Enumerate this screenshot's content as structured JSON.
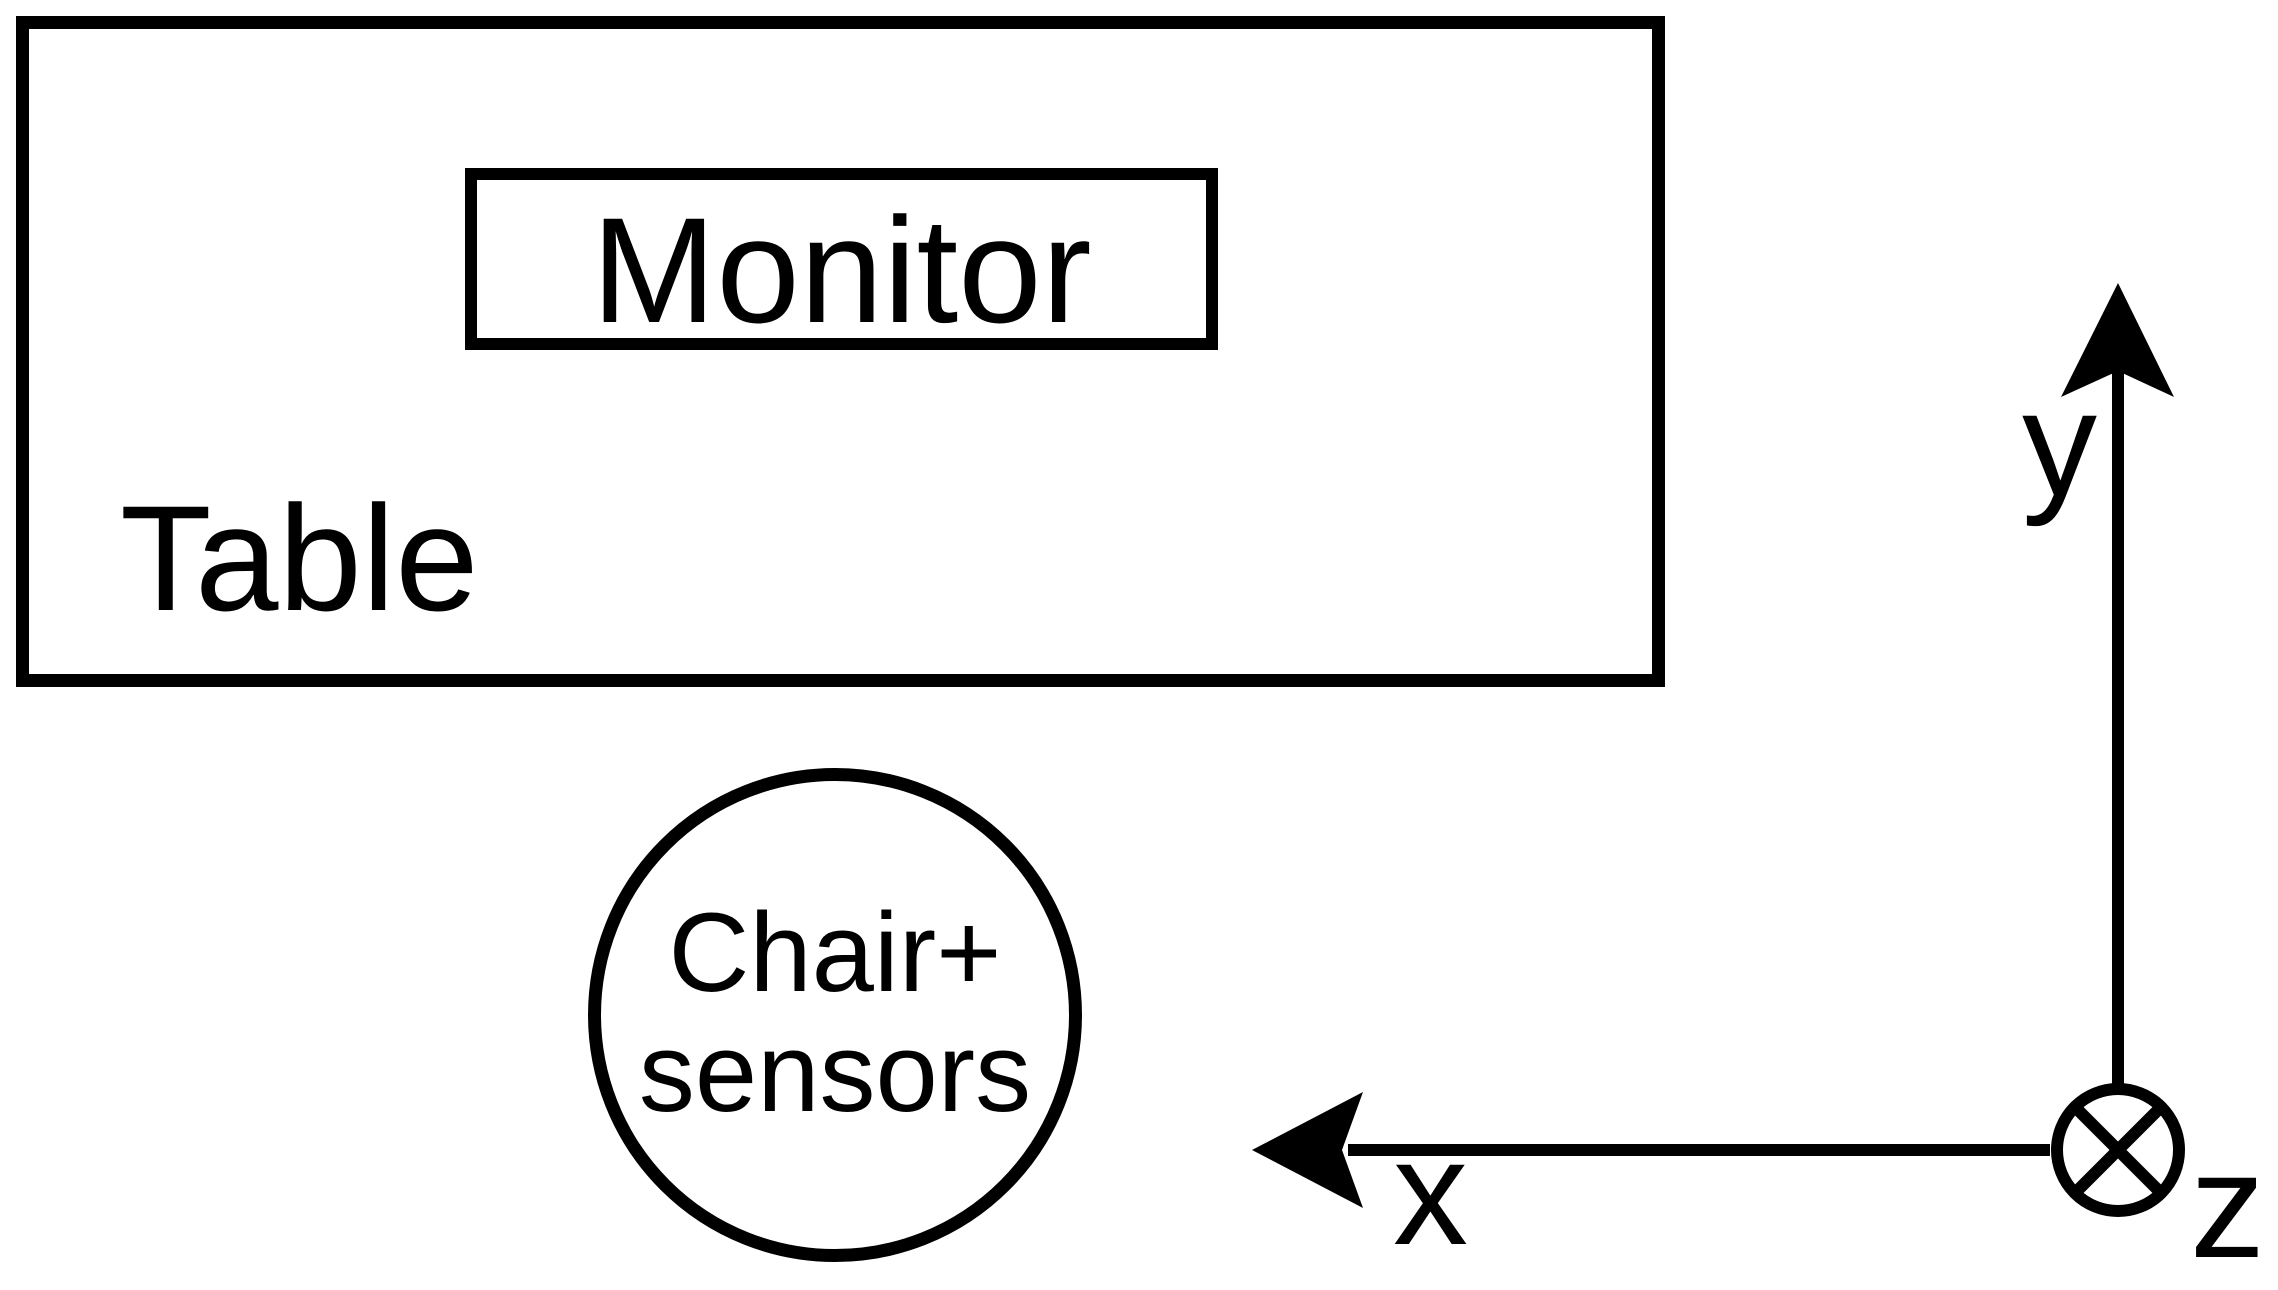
{
  "diagram": {
    "description": "Top-down schematic of experimental setup: table with monitor, chair with sensors, and x-y-z coordinate frame",
    "labels": {
      "table": "Table",
      "monitor": "Monitor",
      "chair_line1": "Chair+",
      "chair_line2": "sensors",
      "axis_x": "x",
      "axis_y": "y",
      "axis_z": "z"
    },
    "icons": {
      "x_axis_arrow": "arrowhead-pointing-left",
      "y_axis_arrow": "arrowhead-pointing-up",
      "z_axis_symbol": "circled-cross-into-page"
    },
    "colors": {
      "background": "#ffffff",
      "ink": "#000000"
    }
  }
}
